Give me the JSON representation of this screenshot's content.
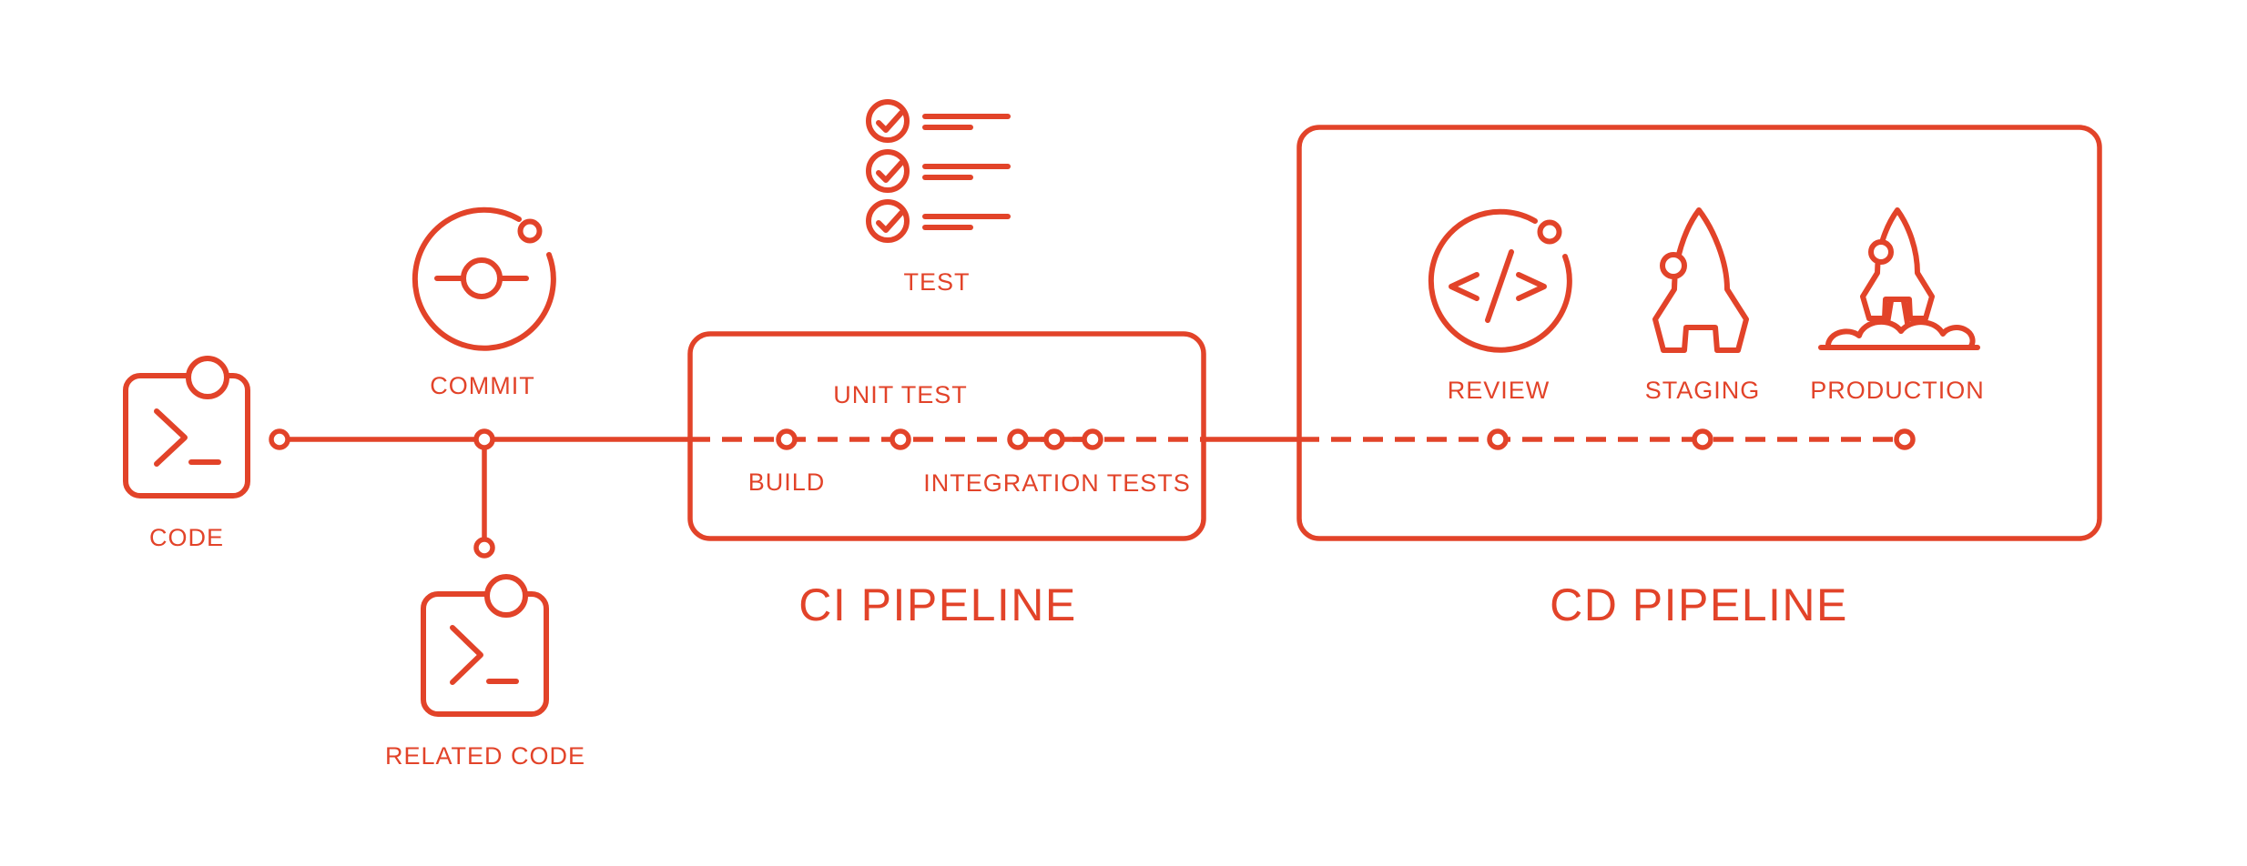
{
  "diagram": {
    "accent_color": "#E24329",
    "background_color": "#FFFFFF",
    "source_stream": {
      "code": {
        "label": "CODE",
        "icon": "terminal-icon"
      },
      "commit": {
        "label": "COMMIT",
        "icon": "commit-icon"
      },
      "related_code": {
        "label": "RELATED CODE",
        "icon": "terminal-icon"
      }
    },
    "test": {
      "label": "TEST",
      "icon": "checklist-icon",
      "checklist_rows": 3
    },
    "ci_pipeline": {
      "title": "CI PIPELINE",
      "stages": [
        {
          "label": "BUILD",
          "node_count": 1
        },
        {
          "label": "UNIT TEST",
          "node_count": 1
        },
        {
          "label": "INTEGRATION TESTS",
          "node_count": 3
        }
      ]
    },
    "cd_pipeline": {
      "title": "CD PIPELINE",
      "stages": [
        {
          "label": "REVIEW",
          "icon": "code-review-icon"
        },
        {
          "label": "STAGING",
          "icon": "rocket-icon"
        },
        {
          "label": "PRODUCTION",
          "icon": "rocket-launch-icon"
        }
      ]
    }
  }
}
